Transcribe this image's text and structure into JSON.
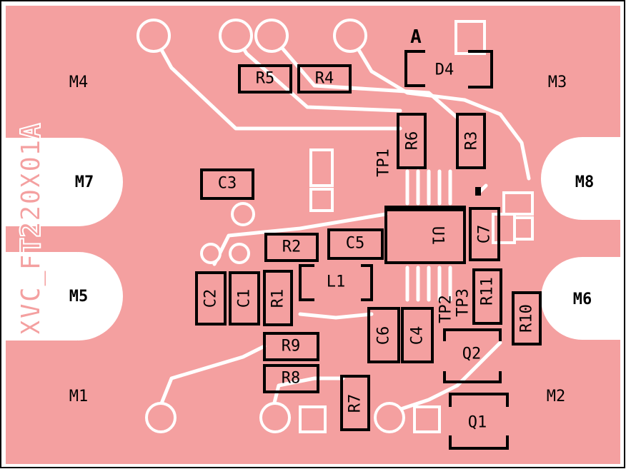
{
  "board_label": "XVC_FT220X01A",
  "polarity_mark": "A",
  "colors": {
    "copper": "#f4a0a0",
    "background": "#ffffff",
    "silkscreen": "#000000"
  },
  "mount_labels": {
    "m1": "M1",
    "m2": "M2",
    "m3": "M3",
    "m4": "M4",
    "m5": "M5",
    "m6": "M6",
    "m7": "M7",
    "m8": "M8"
  },
  "components": {
    "r1": "R1",
    "r2": "R2",
    "r3": "R3",
    "r4": "R4",
    "r5": "R5",
    "r6": "R6",
    "r7": "R7",
    "r8": "R8",
    "r9": "R9",
    "r10": "R10",
    "r11": "R11",
    "c1": "C1",
    "c2": "C2",
    "c3": "C3",
    "c4": "C4",
    "c5": "C5",
    "c6": "C6",
    "c7": "C7",
    "l1": "L1",
    "d4": "D4",
    "q1": "Q1",
    "q2": "Q2",
    "u1": "U1",
    "tp1": "TP1",
    "tp2": "TP2",
    "tp3": "TP3"
  }
}
